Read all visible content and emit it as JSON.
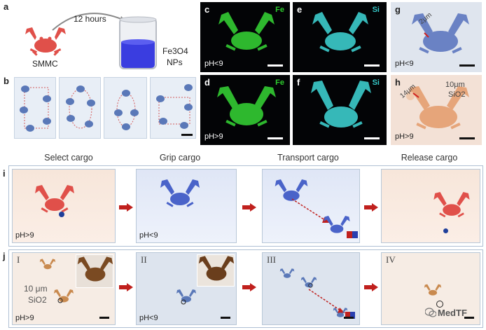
{
  "panels": {
    "a": {
      "label": "a",
      "time": "12 hours",
      "crab_name": "SMMC",
      "np_line1": "Fe3O4",
      "np_line2": "NPs"
    },
    "b": {
      "label": "b"
    },
    "c": {
      "label": "c",
      "element": "Fe",
      "ph": "pH<9"
    },
    "d": {
      "label": "d",
      "element": "Fe",
      "ph": "pH>9"
    },
    "e": {
      "label": "e",
      "element": "Si"
    },
    "f": {
      "label": "f",
      "element": "Si"
    },
    "g": {
      "label": "g",
      "size": "2μm",
      "ph": "pH<9"
    },
    "h": {
      "label": "h",
      "size1": "14μm",
      "size2": "10μm",
      "material": "SiO2",
      "ph": "pH>9"
    },
    "i": {
      "label": "i",
      "ph1": "pH>9",
      "ph2": "pH<9"
    },
    "j": {
      "label": "j",
      "roman": [
        "I",
        "II",
        "III",
        "IV"
      ],
      "size": "10 μm",
      "material": "SiO2",
      "ph1": "pH>9",
      "ph2": "pH<9"
    }
  },
  "steps": [
    "Select cargo",
    "Grip cargo",
    "Transport cargo",
    "Release cargo"
  ],
  "watermark": "MedTF",
  "colors": {
    "fe": "#2ecc2e",
    "si": "#36c9c9",
    "crab_red": "#e0504a",
    "crab_blue": "#4a63c9",
    "arrow": "#c0201d"
  }
}
